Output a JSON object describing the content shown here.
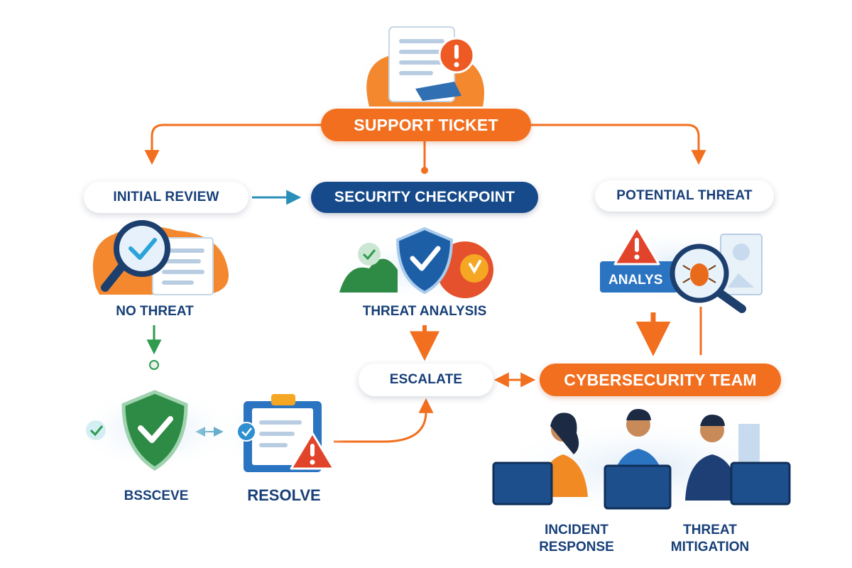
{
  "nodes": {
    "support_ticket": "SUPPORT TICKET",
    "initial_review": "INITIAL REVIEW",
    "security_checkpoint": "SECURITY CHECKPOINT",
    "potential_threat": "POTENTIAL THREAT",
    "no_threat": "NO THREAT",
    "threat_analysis": "THREAT ANALYSIS",
    "escalate": "ESCALATE",
    "cybersecurity_team": "CYBERSECURITY TEAM",
    "bsscEVE": "BSSCEVE",
    "resolve": "RESOLVE",
    "incident_response_line1": "INCIDENT",
    "incident_response_line2": "RESPONSE",
    "threat_mitigation_line1": "THREAT",
    "threat_mitigation_line2": "MITIGATION"
  },
  "illustration_text": {
    "analysis_screen": "ANALYS"
  },
  "colors": {
    "orange": "#f26f1f",
    "navy": "#164a8a",
    "text_navy": "#173f78",
    "green": "#2e9b4e",
    "teal_arrow": "#2a8fb8",
    "red_warning": "#e2442b"
  },
  "icons": [
    "ticket-document-icon",
    "alert-badge-icon",
    "magnifier-check-icon",
    "shield-check-icon",
    "warning-triangle-icon",
    "bug-magnifier-icon",
    "clipboard-icon",
    "team-workstation-icon"
  ]
}
